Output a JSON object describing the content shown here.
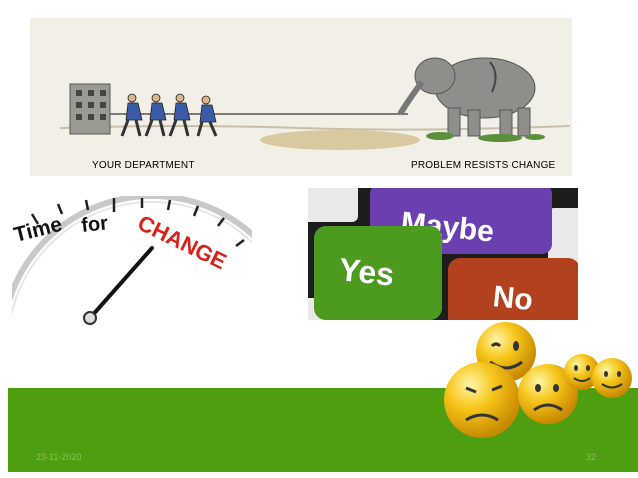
{
  "illustration": {
    "left_caption": "YOUR DEPARTMENT",
    "right_caption": "PROBLEM RESISTS CHANGE"
  },
  "clock": {
    "word1": "Time",
    "word2": "for",
    "word3": "CHANGE"
  },
  "keyboard": {
    "key_maybe": "Maybe",
    "key_yes": "Yes",
    "key_no": "No"
  },
  "footer": {
    "date": "23-11-2020",
    "page": "32"
  },
  "colors": {
    "band": "#4e9e0f",
    "maybe_key": "#6a3fb0",
    "yes_key": "#4c9a1e",
    "no_key": "#b2421e",
    "smiley": "#f7c51a"
  }
}
